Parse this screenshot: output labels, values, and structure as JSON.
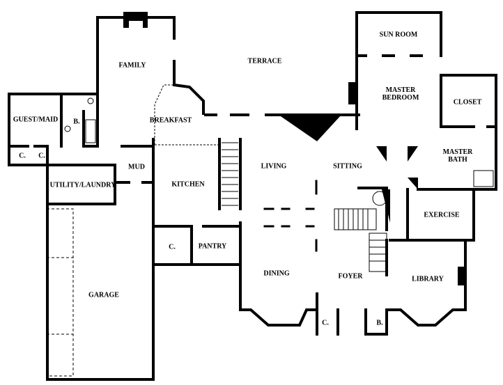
{
  "plan": {
    "wall_color": "#000000",
    "background": "#ffffff",
    "rooms": {
      "family": "FAMILY",
      "terrace": "TERRACE",
      "sun_room": "SUN ROOM",
      "master_bedroom_1": "MASTER",
      "master_bedroom_2": "BEDROOM",
      "closet": "CLOSET",
      "guest_maid": "GUEST/MAID",
      "guest_bath": "B.",
      "breakfast": "BREAKFAST",
      "closet_guest_1": "C.",
      "closet_guest_2": "C.",
      "mud": "MUD",
      "utility_laundry": "UTILITY/LAUNDRY",
      "kitchen": "KITCHEN",
      "living": "LIVING",
      "sitting": "SITTING",
      "master_bath_1": "MASTER",
      "master_bath_2": "BATH",
      "exercise": "EXERCISE",
      "closet_kitchen": "C.",
      "pantry": "PANTRY",
      "dining": "DINING",
      "foyer": "FOYER",
      "library": "LIBRARY",
      "garage": "GARAGE",
      "closet_foyer": "C.",
      "bath_foyer": "B."
    }
  }
}
